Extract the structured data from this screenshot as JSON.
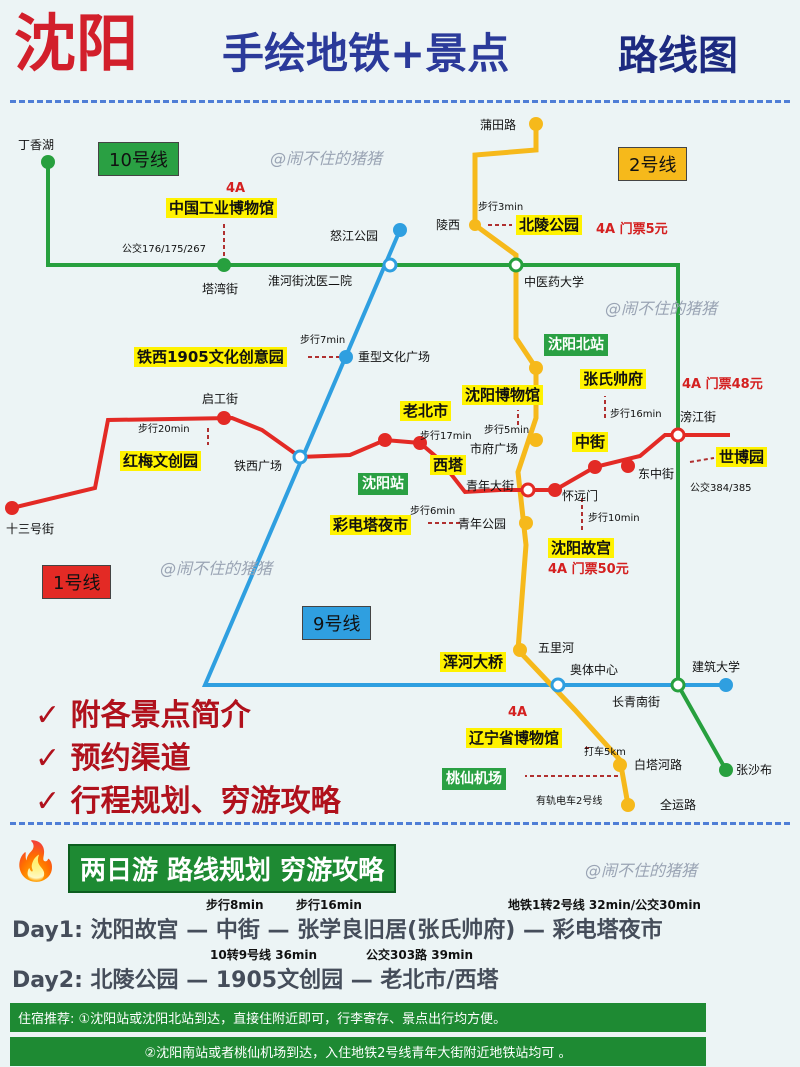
{
  "title": {
    "city": "沈阳",
    "subtitle_a": "手绘地铁+景点",
    "subtitle_b": "路线图"
  },
  "watermark": "@闹不住的猪猪",
  "colors": {
    "line1": "#e32a25",
    "line2": "#f6b91b",
    "line9": "#2f9fe0",
    "line10": "#27a03e",
    "title_red": "#d21f2b",
    "title_blue": "#2b3a9a"
  },
  "lines": {
    "line10": "10号线",
    "line2": "2号线",
    "line1": "1号线",
    "line9": "9号线"
  },
  "stations": {
    "dingxianghu": "丁香湖",
    "putianlu": "蒲田路",
    "lingxi": "陵西",
    "nujianggongyuan": "怒江公园",
    "tawanjie": "塔湾街",
    "huaihe": "淮河街沈医二院",
    "zhongyiyao": "中医药大学",
    "zhongxing": "重型文化广场",
    "qigongjie": "启工街",
    "tiexiguangchang": "铁西广场",
    "shisanhaojie": "十三号街",
    "shifuguangchang": "市府广场",
    "qingniandajie": "青年大街",
    "huaiyuanmen": "怀远门",
    "qingniangongyuan": "青年公园",
    "dongzhongjie": "东中街",
    "pangjiangjie": "滂江街",
    "wulihe": "五里河",
    "aotizhongxin": "奥体中心",
    "changqingnanjie": "长青南街",
    "jianzhudaxue": "建筑大学",
    "baitaheilu": "白塔河路",
    "quanyunlu": "全运路",
    "zhangshabu": "张沙布"
  },
  "attractions": {
    "gongye": "中国工业博物馆",
    "beiling": "北陵公园",
    "tiexi1905": "铁西1905文化创意园",
    "shenyangbeizhan": "沈阳北站",
    "zhangshishuaifu": "张氏帅府",
    "laobeishi": "老北市",
    "shenyangbowuguan": "沈阳博物馆",
    "hongmei": "红梅文创园",
    "xita": "西塔",
    "zhongjie": "中街",
    "shenyangzhan": "沈阳站",
    "shibo": "世博园",
    "caidianta": "彩电塔夜市",
    "gugong": "沈阳故宫",
    "hunhe": "浑河大桥",
    "liaoning": "辽宁省博物馆",
    "taoxian": "桃仙机场"
  },
  "rank": {
    "gongye": "4A",
    "beiling": "4A 门票5元",
    "zhangshi": "4A 门票48元",
    "gugong": "4A 门票50元",
    "liaoning": "4A"
  },
  "walk": {
    "gongye": "公交176/175/267",
    "beiling": "步行3min",
    "tiexi1905": "步行7min",
    "zhangshi": "步行16min",
    "laobeishi": "步行17min",
    "bowuguan": "步行5min",
    "hongmei": "步行20min",
    "caidianta": "步行6min",
    "gugong": "步行10min",
    "shibo": "公交384/385",
    "liaoning": "打车5km",
    "taoxian": "有轨电车2号线"
  },
  "features": [
    "✓ 附各景点简介",
    "✓ 预约渠道",
    "✓ 行程规划、穷游攻略"
  ],
  "plan": {
    "fire": "🔥",
    "banner": "两日游 路线规划 穷游攻略",
    "day1_notes": [
      "步行8min",
      "步行16min",
      "地铁1转2号线 32min/公交30min"
    ],
    "day1": "Day1: 沈阳故宫 — 中街 — 张学良旧居(张氏帅府) — 彩电塔夜市",
    "day2_notes": [
      "10转9号线 36min",
      "公交303路 39min"
    ],
    "day2": "Day2: 北陵公园 — 1905文创园 — 老北市/西塔",
    "stay1": "住宿推荐: ①沈阳站或沈阳北站到达，直接住附近即可，行李寄存、景点出行均方便。",
    "stay2": "②沈阳南站或者桃仙机场到达，入住地铁2号线青年大街附近地铁站均可 。"
  }
}
